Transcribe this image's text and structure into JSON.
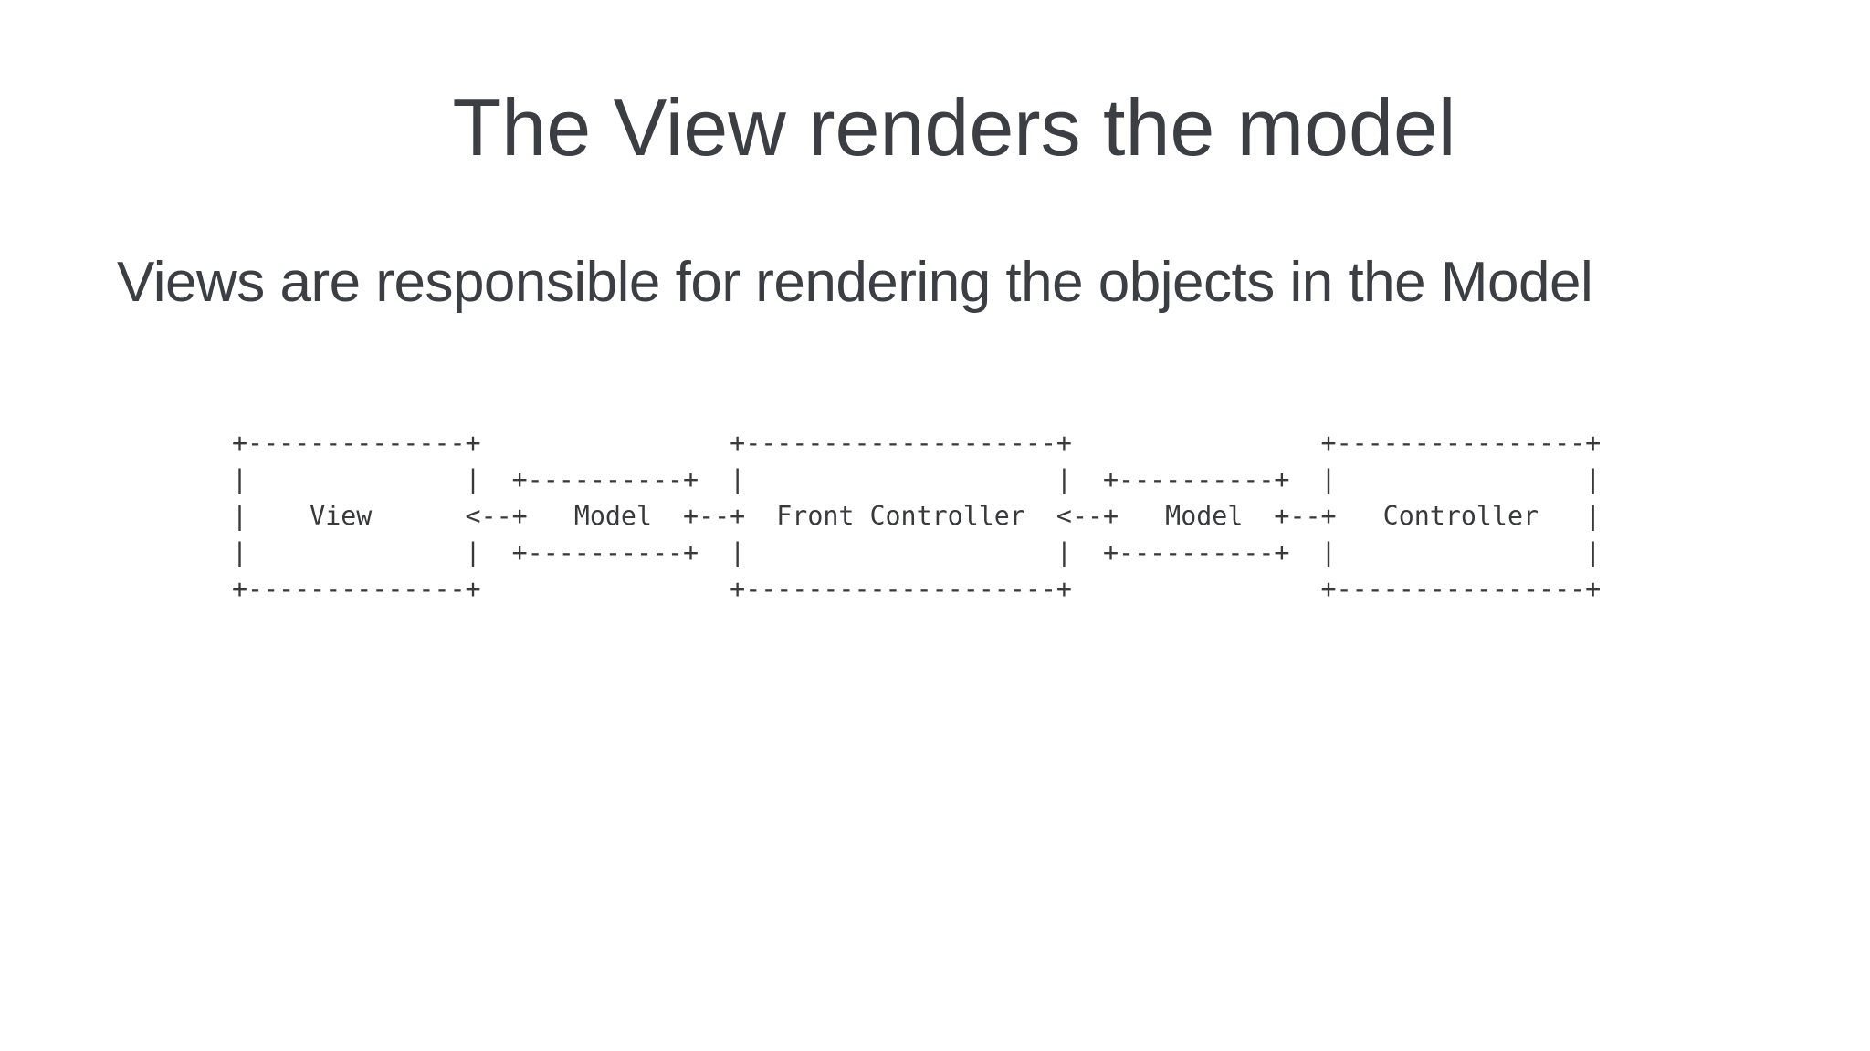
{
  "slide": {
    "title": "The View renders the model",
    "subtitle": "Views are responsible for rendering the objects in the Model",
    "diagram": {
      "boxes": [
        "View",
        "Model",
        "Front Controller",
        "Model",
        "Controller"
      ],
      "arrows": [
        "Model --> View",
        "Front Controller --> Model",
        "Model --> Front Controller",
        "Controller --> Model"
      ],
      "ascii": "+--------------+                +--------------------+                +----------------+\n|              |  +----------+  |                    |  +----------+  |                |\n|    View      <--+   Model  +--+  Front Controller  <--+   Model  +--+   Controller   |\n|              |  +----------+  |                    |  +----------+  |                |\n+--------------+                +--------------------+                +----------------+"
    },
    "colors": {
      "background": "#ffffff",
      "text": "#3b3e43",
      "diagram_text": "#38393b"
    }
  }
}
